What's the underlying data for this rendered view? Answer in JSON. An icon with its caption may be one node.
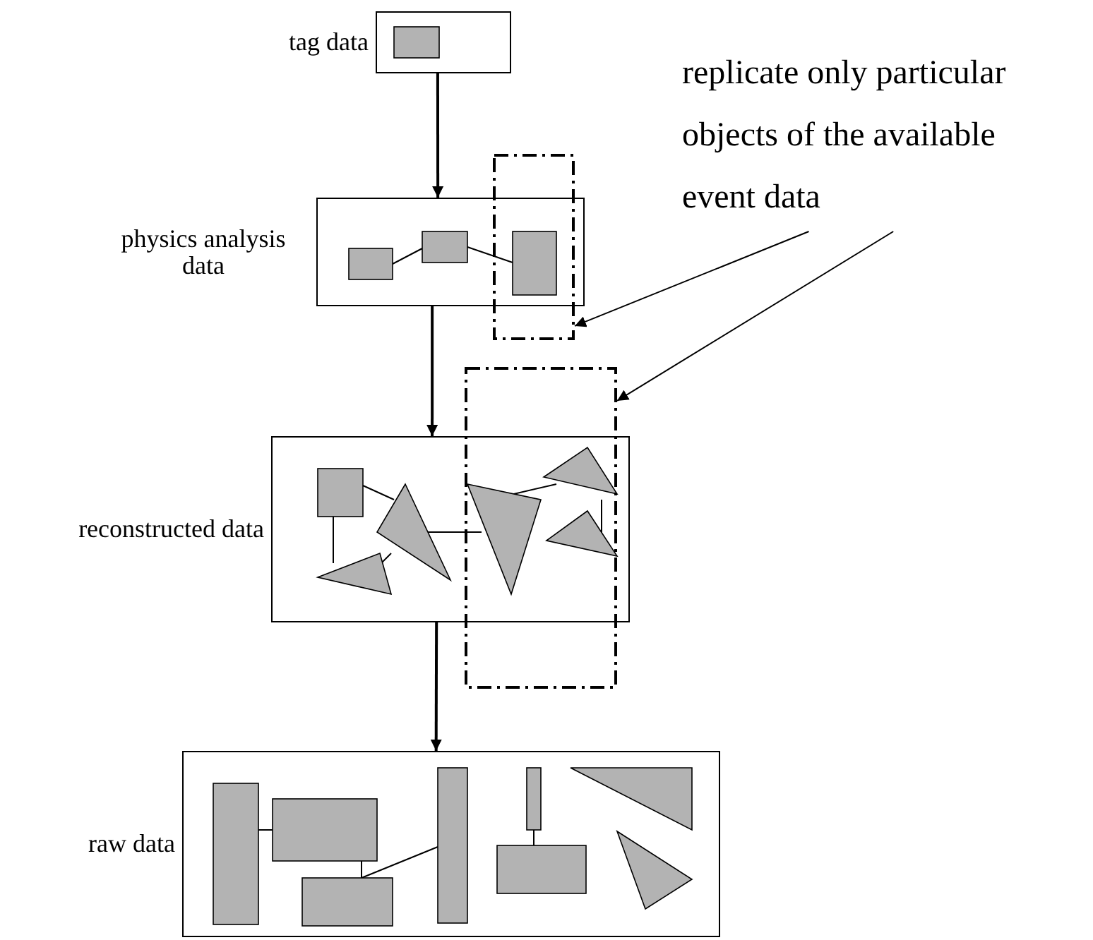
{
  "diagram": {
    "nodes": [
      {
        "text": [
          "tag data"
        ]
      },
      {
        "text": [
          "physics analysis data"
        ]
      },
      {
        "text": [
          "reconstructed data"
        ]
      },
      {
        "text": [
          "raw data"
        ]
      },
      {
        "text": [],
        "shape": "box"
      },
      {
        "text": [],
        "shape": "box"
      },
      {
        "text": [
          "replicate only particular objects of the available event data"
        ]
      }
    ],
    "edges": [
      {
        "from": 0,
        "to": 1,
        "arrow": "to"
      },
      {
        "from": 1,
        "to": 2,
        "arrow": "to"
      },
      {
        "from": 2,
        "to": 3,
        "arrow": "to"
      },
      {
        "from": 6,
        "to": 4,
        "arrow": "to"
      },
      {
        "from": 6,
        "to": 5,
        "arrow": "to"
      }
    ]
  }
}
